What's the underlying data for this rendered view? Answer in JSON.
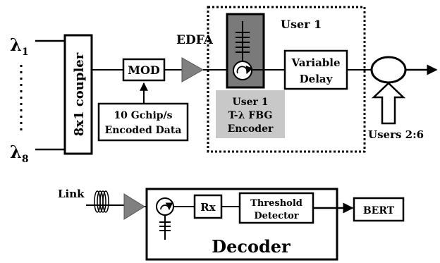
{
  "transmitter": {
    "lambda_top": {
      "symbol": "λ",
      "sub": "1"
    },
    "lambda_bottom": {
      "symbol": "λ",
      "sub": "8"
    },
    "coupler_label": "8x1 coupler",
    "mod_label": "MOD",
    "data_source_line1": "10 Gchip/s",
    "data_source_line2": "Encoded Data",
    "edfa_label": "EDFA",
    "user_box_title": "User 1",
    "encoder_line1": "User 1",
    "encoder_line2": "T-λ FBG",
    "encoder_line3": "Encoder",
    "delay_line1": "Variable",
    "delay_line2": "Delay",
    "users_label": "Users 2:6"
  },
  "receiver": {
    "link_label": "Link",
    "rx_label": "Rx",
    "threshold_line1": "Threshold",
    "threshold_line2": "Detector",
    "decoder_label": "Decoder",
    "bert_label": "BERT"
  },
  "colors": {
    "encoder_fill": "#7a7a7a",
    "encoder_label_fill": "#c8c8c8",
    "amplifier_fill": "#808080",
    "line": "#000000"
  }
}
